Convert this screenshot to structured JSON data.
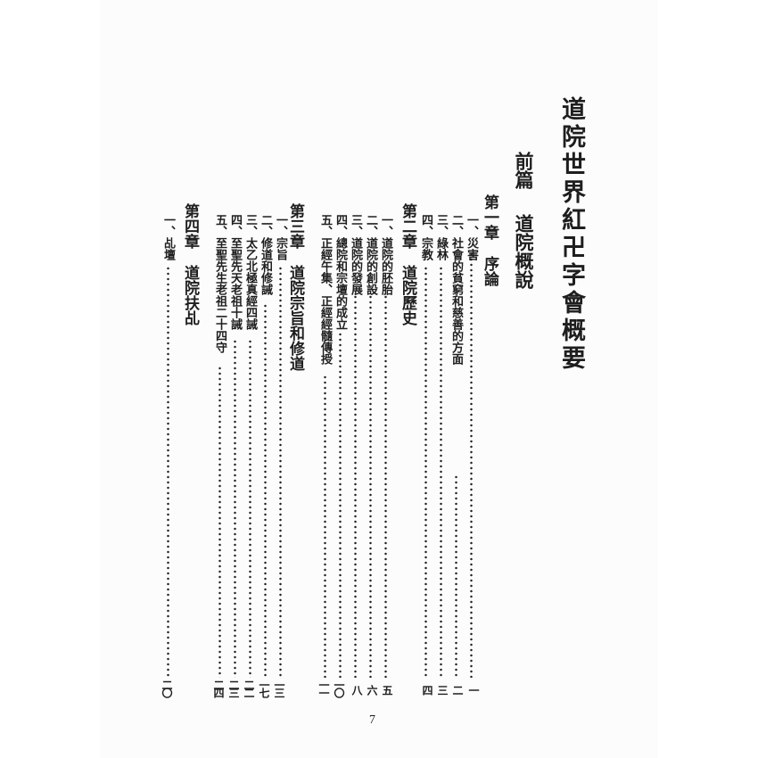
{
  "book_title": "道院世界紅卍字會概要",
  "part": {
    "prefix": "前篇",
    "title": "道院概說"
  },
  "chapters": [
    {
      "label": "第一章",
      "title": "序論",
      "items": [
        {
          "num": "一、",
          "text": "災害",
          "page": "一"
        },
        {
          "num": "二、",
          "text": "社會的貧窮和慈善的方面",
          "page": "二"
        },
        {
          "num": "三、",
          "text": "綠林",
          "page": "三"
        },
        {
          "num": "四、",
          "text": "宗教",
          "page": "四"
        }
      ]
    },
    {
      "label": "第二章",
      "title": "道院歷史",
      "items": [
        {
          "num": "一、",
          "text": "道院的胚胎",
          "page": "五"
        },
        {
          "num": "二、",
          "text": "道院的創設",
          "page": "六"
        },
        {
          "num": "三、",
          "text": "道院的發展",
          "page": "八"
        },
        {
          "num": "四、",
          "text": "總院和宗壇的成立",
          "page": "一〇"
        },
        {
          "num": "五、",
          "text": "正經午集、正經經髓傳授",
          "page": "一一"
        }
      ]
    },
    {
      "label": "第三章",
      "title": "道院宗旨和修道",
      "items": [
        {
          "num": "一、",
          "text": "宗旨",
          "page": "一三"
        },
        {
          "num": "二、",
          "text": "修道和修誡",
          "page": "一七"
        },
        {
          "num": "三、",
          "text": "太乙北極真經四誡",
          "page": "二二"
        },
        {
          "num": "四、",
          "text": "至聖先天老祖十誡",
          "page": "二三"
        },
        {
          "num": "五、",
          "text": "至聖先生老祖二十四守",
          "page": "二四"
        }
      ]
    },
    {
      "label": "第四章",
      "title": "道院扶乩",
      "items": [
        {
          "num": "一、",
          "text": "乩壇",
          "page": "二〇"
        }
      ]
    }
  ],
  "folio": "7"
}
